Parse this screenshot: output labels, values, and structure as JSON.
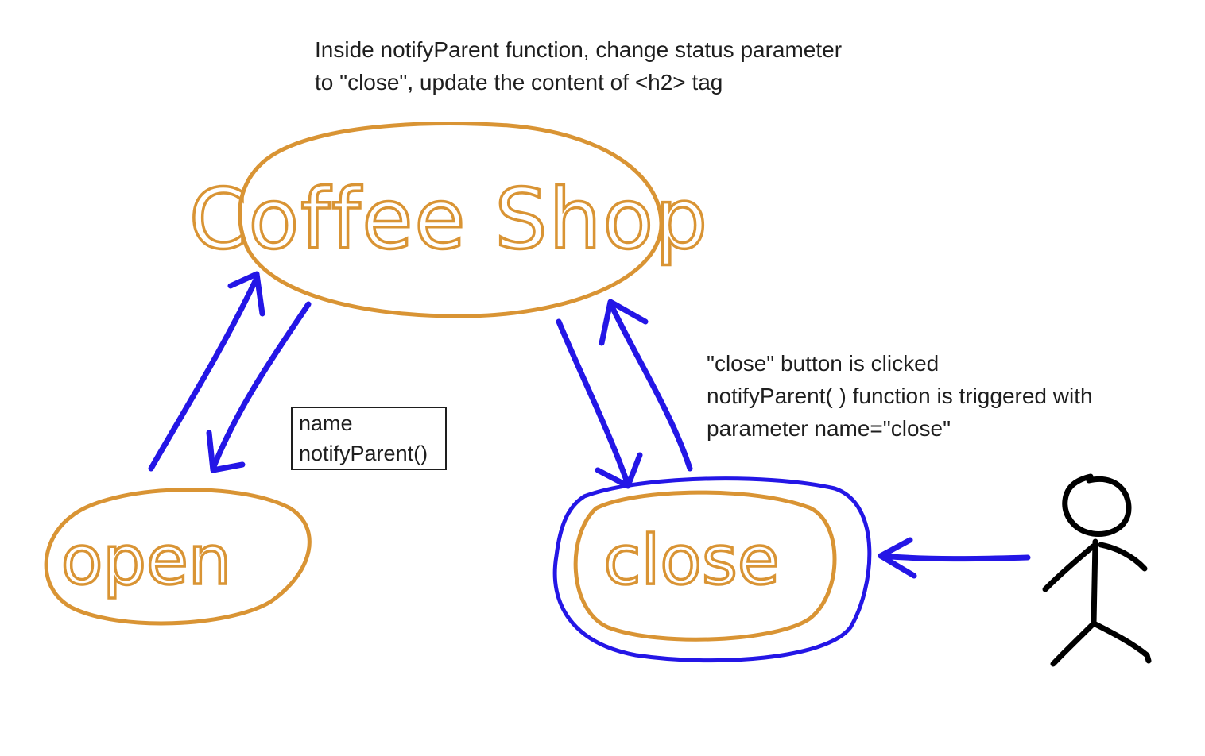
{
  "notes": {
    "top": [
      "Inside notifyParent function, change status parameter",
      "to \"close\", update the content of <h2> tag"
    ],
    "right": [
      "\"close\" button is clicked",
      "notifyParent( ) function is triggered with",
      "parameter name=\"close\""
    ]
  },
  "props_box": {
    "lines": [
      "name",
      "notifyParent()"
    ]
  },
  "nodes": {
    "parent": "Coffee Shop",
    "left_child": "open",
    "right_child": "close"
  },
  "colors": {
    "node_stroke": "#d99434",
    "arrow": "#2416e6",
    "ink": "#000000",
    "text": "#1e1e1e"
  }
}
